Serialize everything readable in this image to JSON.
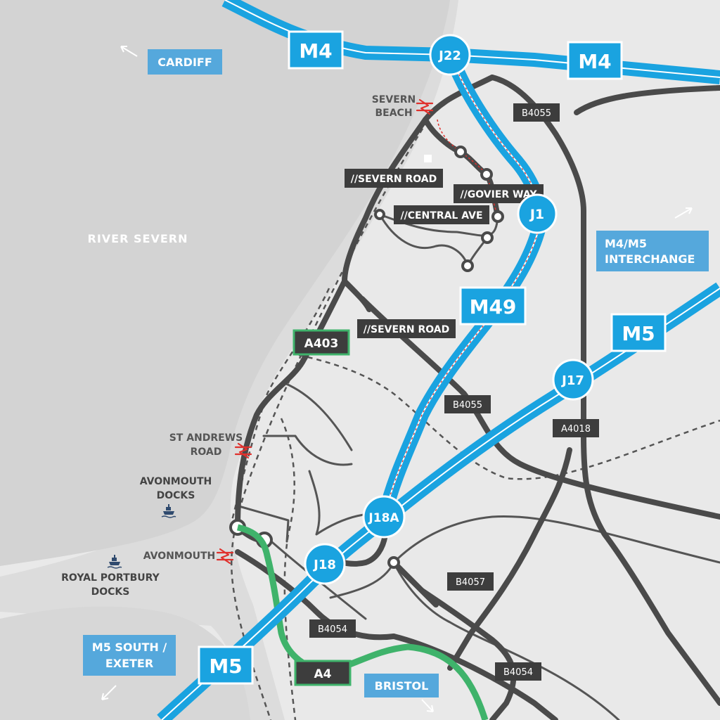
{
  "colors": {
    "land": "#e9e9e9",
    "water": "#d4d4d4",
    "coast": "#c8c8c8",
    "road": "#4a4a4a",
    "road_minor": "#5a5a5a",
    "motorway": "#1aa3e0",
    "motorway_edge": "#0b6fa8",
    "a_road_green": "#3fb36b",
    "label_box_blue": "#55a8dc",
    "road_label_dark": "#3d3d3d",
    "rail_red": "#e0312d",
    "place_text": "#555555"
  },
  "water_labels": [
    {
      "text": "RIVER SEVERN"
    }
  ],
  "motorway_shields": [
    {
      "id": "m4-west",
      "text": "M4"
    },
    {
      "id": "m4-east",
      "text": "M4"
    },
    {
      "id": "m49",
      "text": "M49"
    },
    {
      "id": "m5-north",
      "text": "M5"
    },
    {
      "id": "m5-south",
      "text": "M5"
    }
  ],
  "junctions": [
    {
      "id": "j22",
      "text": "J22"
    },
    {
      "id": "j1",
      "text": "J1"
    },
    {
      "id": "j17",
      "text": "J17"
    },
    {
      "id": "j18a",
      "text": "J18A"
    },
    {
      "id": "j18",
      "text": "J18"
    }
  ],
  "road_labels": [
    {
      "id": "b4055-north",
      "text": "B4055"
    },
    {
      "id": "severn-road-north",
      "text": "//SEVERN ROAD"
    },
    {
      "id": "govier-way",
      "text": "//GOVIER WAY"
    },
    {
      "id": "central-ave",
      "text": "//CENTRAL AVE"
    },
    {
      "id": "severn-road-south",
      "text": "//SEVERN ROAD"
    },
    {
      "id": "a403",
      "text": "A403"
    },
    {
      "id": "b4055-south",
      "text": "B4055"
    },
    {
      "id": "a4018",
      "text": "A4018"
    },
    {
      "id": "b4057",
      "text": "B4057"
    },
    {
      "id": "b4054-west",
      "text": "B4054"
    },
    {
      "id": "a4",
      "text": "A4"
    },
    {
      "id": "b4054-east",
      "text": "B4054"
    }
  ],
  "destinations": [
    {
      "id": "cardiff",
      "lines": [
        "CARDIFF"
      ]
    },
    {
      "id": "interchange",
      "lines": [
        "M4/M5",
        "INTERCHANGE"
      ]
    },
    {
      "id": "m5-south-exeter",
      "lines": [
        "M5 SOUTH /",
        "EXETER"
      ]
    },
    {
      "id": "bristol",
      "lines": [
        "BRISTOL"
      ]
    }
  ],
  "places": [
    {
      "id": "severn-beach",
      "lines": [
        "SEVERN",
        "BEACH"
      ],
      "icon": "rail-icon"
    },
    {
      "id": "st-andrews-road",
      "lines": [
        "ST ANDREWS",
        "ROAD"
      ],
      "icon": "rail-icon"
    },
    {
      "id": "avonmouth-docks",
      "lines": [
        "AVONMOUTH",
        "DOCKS"
      ],
      "icon": "ship-icon"
    },
    {
      "id": "avonmouth",
      "lines": [
        "AVONMOUTH"
      ],
      "icon": "rail-icon"
    },
    {
      "id": "royal-portbury-docks",
      "lines": [
        "ROYAL PORTBURY",
        "DOCKS"
      ],
      "icon": "ship-icon"
    }
  ]
}
